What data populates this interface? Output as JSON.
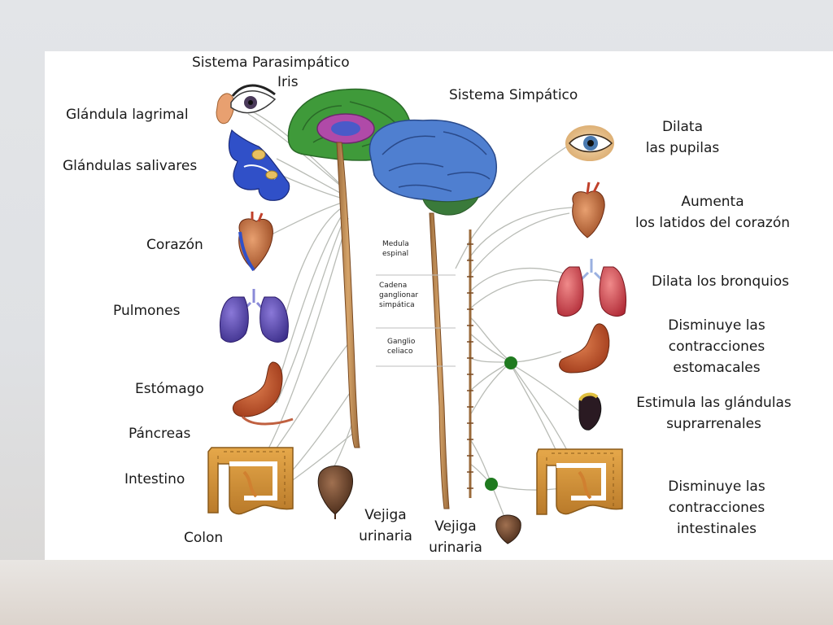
{
  "titles": {
    "parasympathetic": "Sistema Parasimpático",
    "iris": "Iris",
    "sympathetic": "Sistema Simpático"
  },
  "left_labels": {
    "lacrimal": "Glándula lagrimal",
    "salivary": "Glándulas salivares",
    "heart": "Corazón",
    "lungs": "Pulmones",
    "stomach": "Estómago",
    "pancreas": "Páncreas",
    "intestine": "Intestino",
    "colon": "Colon",
    "bladder": [
      "Vejiga",
      "urinaria"
    ]
  },
  "middle_labels": {
    "spinal_cord": [
      "Medula",
      "espinal"
    ],
    "ganglionic_chain": [
      "Cadena",
      "ganglionar",
      "simpática"
    ],
    "celiac_ganglion": [
      "Ganglio",
      "celiaco"
    ],
    "bladder": [
      "Vejiga",
      "urinaria"
    ]
  },
  "right_labels": {
    "pupils": [
      "Dilata",
      "las pupilas"
    ],
    "heart": [
      "Aumenta",
      "los latidos del corazón"
    ],
    "bronchi": "Dilata los bronquios",
    "stomach": [
      "Disminuye las",
      "contracciones",
      "estomacales"
    ],
    "adrenal": [
      "Estimula las glándulas",
      "suprarrenales"
    ],
    "intestine": [
      "Disminuye las",
      "contracciones",
      "intestinales"
    ]
  },
  "colors": {
    "nerve": "#b9bcb6",
    "cord": "#c08a55",
    "ganglion": "#1f7a1f",
    "cerebrum_green": "#3f9a3a",
    "cerebrum_blue": "#4f7fd0"
  }
}
